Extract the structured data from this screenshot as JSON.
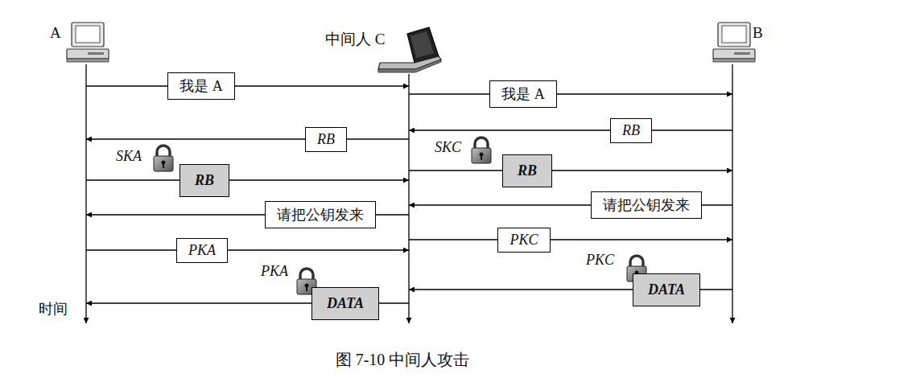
{
  "diagram": {
    "caption": "图 7-10   中间人攻击",
    "nodes": [
      {
        "text": [
          "A"
        ]
      },
      {
        "text": [
          "中间人 C"
        ]
      },
      {
        "text": [
          "B"
        ]
      }
    ],
    "edges": [
      {
        "from": 0,
        "to": 1,
        "arrow": "to",
        "label": "我是 A"
      },
      {
        "from": 1,
        "to": 2,
        "arrow": "to",
        "label": "我是 A"
      },
      {
        "from": 2,
        "to": 1,
        "arrow": "to",
        "label": "RB"
      },
      {
        "from": 1,
        "to": 0,
        "arrow": "to",
        "label": "RB"
      },
      {
        "from": 1,
        "to": 2,
        "arrow": "to",
        "label": "RB"
      },
      {
        "from": 0,
        "to": 1,
        "arrow": "to",
        "label": "RB"
      },
      {
        "from": 2,
        "to": 1,
        "arrow": "to",
        "label": "请把公钥发来"
      },
      {
        "from": 1,
        "to": 0,
        "arrow": "to",
        "label": "请把公钥发来"
      },
      {
        "from": 1,
        "to": 2,
        "arrow": "to",
        "label": "PKC"
      },
      {
        "from": 0,
        "to": 1,
        "arrow": "to",
        "label": "PKA"
      },
      {
        "from": 2,
        "to": 1,
        "arrow": "to",
        "label": "DATA"
      },
      {
        "from": 1,
        "to": 0,
        "arrow": "to",
        "label": "DATA"
      }
    ],
    "labels": [
      "SKA",
      "SKC",
      "PKA",
      "PKC",
      "时间"
    ]
  }
}
